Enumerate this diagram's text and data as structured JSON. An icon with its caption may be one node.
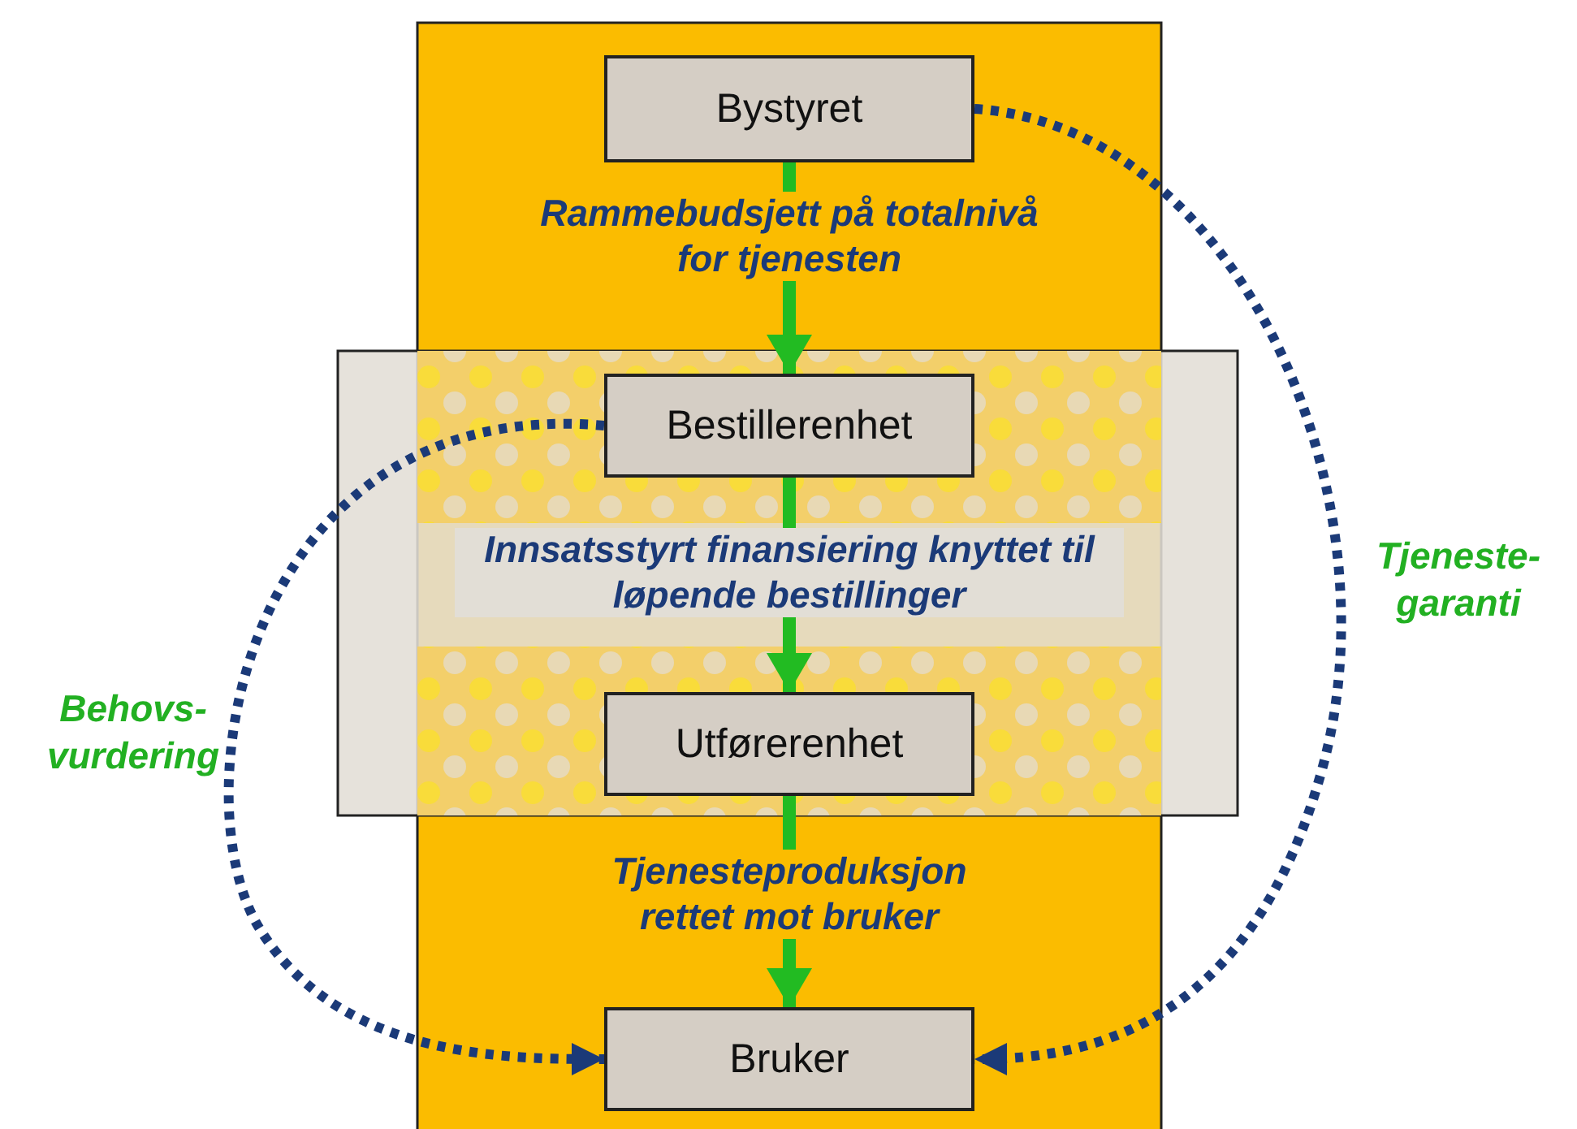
{
  "diagram": {
    "nodes": [
      {
        "text": [
          "Bystyret"
        ]
      },
      {
        "text": [
          "Bestillerenhet"
        ]
      },
      {
        "text": [
          "Utførerenhet"
        ]
      },
      {
        "text": [
          "Bruker"
        ]
      }
    ],
    "edges": [
      {
        "from": 0,
        "to": 1,
        "arrow": "to",
        "label": "Rammebudsjett på totalnivå for tjenesten"
      },
      {
        "from": 1,
        "to": 2,
        "arrow": "to",
        "label": "Innsatsstyrt finansiering knyttet til løpende bestillinger"
      },
      {
        "from": 2,
        "to": 3,
        "arrow": "to",
        "label": "Tjenesteproduksjon rettet mot bruker"
      },
      {
        "from": 1,
        "to": 3,
        "arrow": "to",
        "style": "dashed",
        "color": "#1b3a78",
        "label": "Behovs- vurdering"
      },
      {
        "from": 0,
        "to": 3,
        "arrow": "to",
        "style": "dashed",
        "color": "#1b3a78",
        "label": "Tjeneste- garanti"
      }
    ]
  }
}
